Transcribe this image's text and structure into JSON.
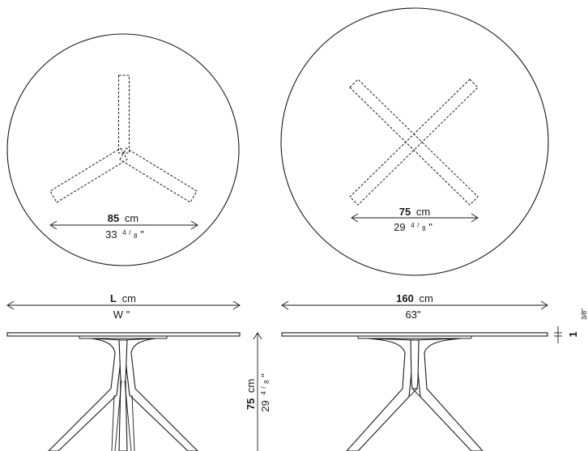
{
  "top_view_small": {
    "base_value": "85",
    "base_unit": "cm",
    "base_inch_whole": "33",
    "base_inch_num": "4",
    "base_inch_den": "8",
    "inch_mark": "\""
  },
  "top_view_large": {
    "base_value": "75",
    "base_unit": "cm",
    "base_inch_whole": "29",
    "base_inch_num": "4",
    "base_inch_den": "8",
    "inch_mark": "\""
  },
  "side_view_small": {
    "width_value": "L",
    "width_unit": "cm",
    "width_inch": "W \"",
    "height_value": "75",
    "height_unit": "cm",
    "height_inch_whole": "29",
    "height_inch_num": "4",
    "height_inch_den": "8",
    "inch_mark": "\""
  },
  "side_view_large": {
    "width_value": "160",
    "width_unit": "cm",
    "width_inch": "63\"",
    "top_thickness_value": "1",
    "top_thickness_fraction": "3/8\""
  }
}
